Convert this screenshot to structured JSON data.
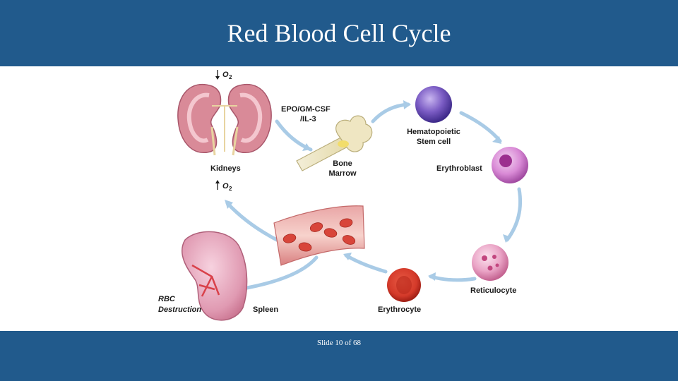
{
  "header": {
    "title": "Red Blood Cell Cycle"
  },
  "footer": {
    "slide_number": "Slide 10 of 68"
  },
  "diagram": {
    "labels": {
      "oxygen_top": "O",
      "oxygen_top_sub": "2",
      "oxygen_bottom": "O",
      "oxygen_bottom_sub": "2",
      "epo_line1": "EPO/GM-CSF",
      "epo_line2": "/IL-3",
      "kidneys": "Kidneys",
      "bone_marrow_line1": "Bone",
      "bone_marrow_line2": "Marrow",
      "stem_cell_line1": "Hematopoietic",
      "stem_cell_line2": "Stem cell",
      "erythroblast": "Erythroblast",
      "reticulocyte": "Reticulocyte",
      "erythrocyte": "Erythrocyte",
      "spleen": "Spleen",
      "rbc_destruction_line1": "RBC",
      "rbc_destruction_line2": "Destruction"
    },
    "colors": {
      "banner": "#215a8c",
      "arrow": "#a9cbe6",
      "stem_cell": "#7b5cc4",
      "erythroblast": "#b24fb0",
      "reticulocyte": "#d65b98",
      "erythrocyte": "#d43a2a",
      "spleen": "#d98aa6",
      "kidney": "#d98a98"
    }
  }
}
